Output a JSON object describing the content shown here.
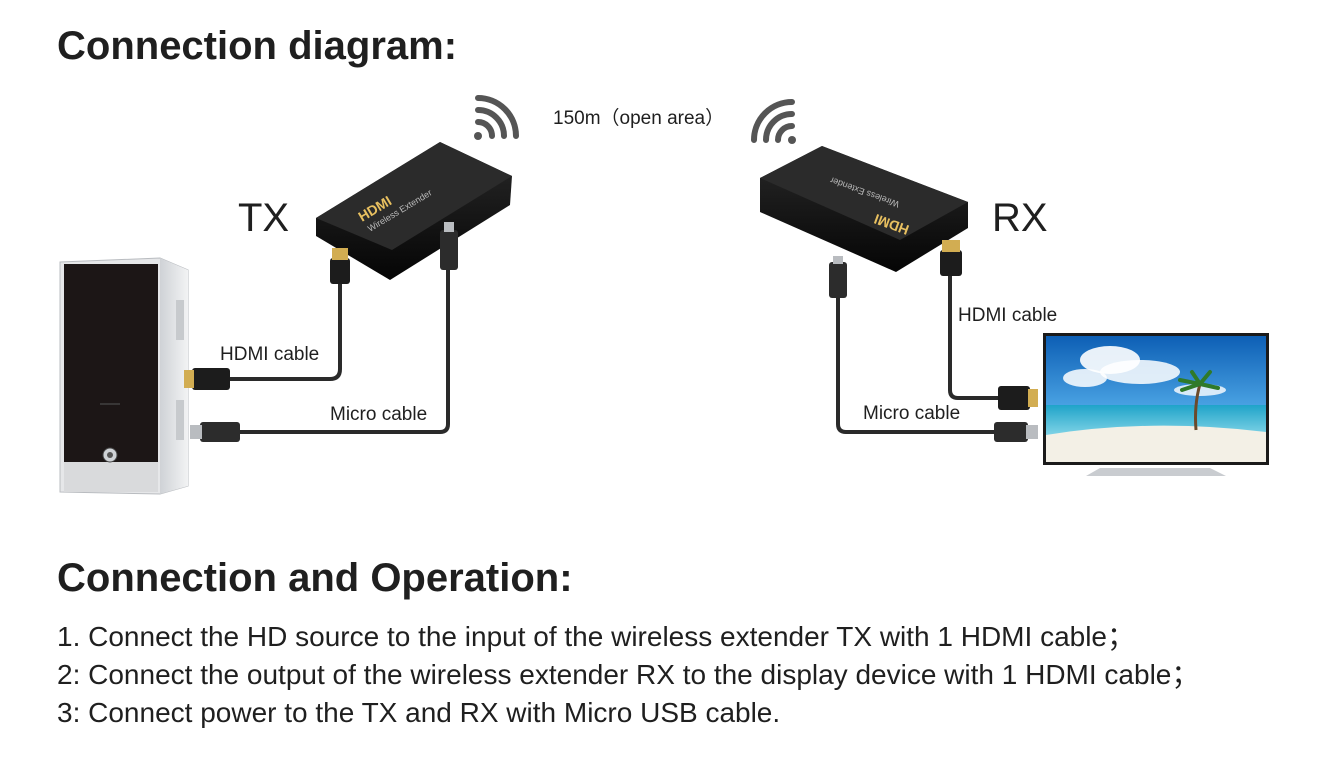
{
  "diagram_title": "Connection diagram:",
  "labels": {
    "distance": "150m（open area）",
    "tx": "TX",
    "rx": "RX",
    "hdmi_left": "HDMI cable",
    "micro_left": "Micro cable",
    "hdmi_right": "HDMI cable",
    "micro_right": "Micro cable"
  },
  "operation": {
    "title": "Connection and Operation:",
    "steps": [
      "1. Connect the HD source to the input of the wireless extender TX with 1 HDMI cable；",
      "2: Connect the output of the wireless extender RX to the display device with 1 HDMI cable；",
      "3: Connect power to the TX and RX with Micro USB cable."
    ]
  },
  "device_text": {
    "tx_brand": "HDMI",
    "tx_model": "Wireless Extender",
    "rx_brand": "HDMI",
    "rx_model": "Wireless Extender"
  },
  "colors": {
    "text": "#1f1f1f",
    "device": "#111111",
    "cable": "#2a2a2a",
    "wifi": "#555555",
    "sky": "#1e7fd0"
  }
}
